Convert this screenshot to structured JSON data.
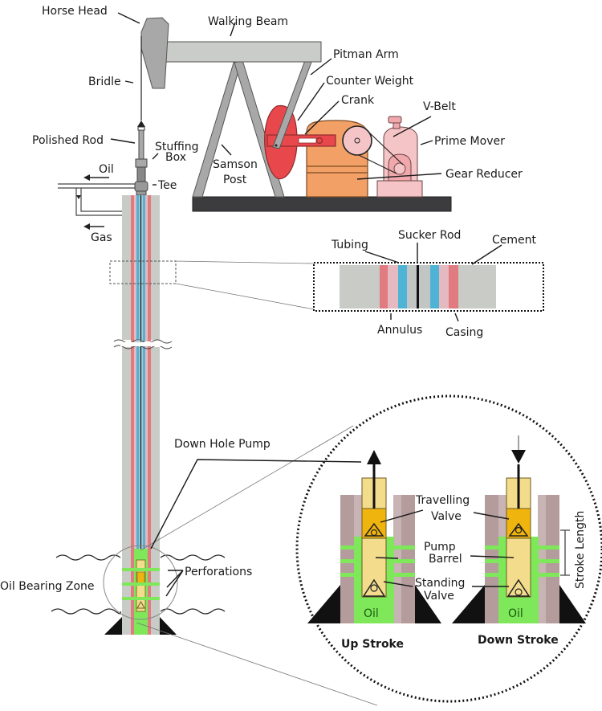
{
  "title": "Oil well pump jack diagram",
  "colors": {
    "beam_gray": "#c9ccc8",
    "post_gray": "#a8a8a8",
    "base_dark": "#3c3c3e",
    "counter_weight_red": "#e8484c",
    "gear_reducer_orange": "#f2a066",
    "prime_mover_pink": "#f5c4c6",
    "cement_gray": "#c8cbc6",
    "casing_red": "#e07b80",
    "annulus_pink": "#e4b9bf",
    "tubing_blue": "#4fb3d6",
    "oil_green": "#7ee85a",
    "barrel_yellow": "#f3dc8c",
    "valve_gold": "#f0b40e",
    "formation_brown": "#b49c9c"
  },
  "surface_labels": {
    "horse_head": "Horse Head",
    "walking_beam": "Walking Beam",
    "pitman_arm": "Pitman Arm",
    "counter_weight": "Counter Weight",
    "crank": "Crank",
    "v_belt": "V-Belt",
    "prime_mover": "Prime Mover",
    "gear_reducer": "Gear Reducer",
    "bridle": "Bridle",
    "polished_rod": "Polished Rod",
    "stuffing_box_1": "Stuffing",
    "stuffing_box_2": "Box",
    "samson_post_1": "Samson",
    "samson_post_2": "Post",
    "oil": "Oil",
    "tee": "Tee",
    "gas": "Gas"
  },
  "cross_section_labels": {
    "tubing": "Tubing",
    "sucker_rod": "Sucker Rod",
    "cement": "Cement",
    "annulus": "Annulus",
    "casing": "Casing"
  },
  "downhole_labels": {
    "down_hole_pump": "Down Hole Pump",
    "perforations": "Perforations",
    "oil_bearing_zone": "Oil Bearing Zone"
  },
  "pump_detail": {
    "travelling_valve_1": "Travelling",
    "travelling_valve_2": "Valve",
    "pump_barrel_1": "Pump",
    "pump_barrel_2": "Barrel",
    "standing_valve_1": "Standing",
    "standing_valve_2": "Valve",
    "oil_left": "Oil",
    "oil_right": "Oil",
    "stroke_length": "Stroke Length",
    "up_stroke": "Up Stroke",
    "down_stroke": "Down Stroke"
  }
}
